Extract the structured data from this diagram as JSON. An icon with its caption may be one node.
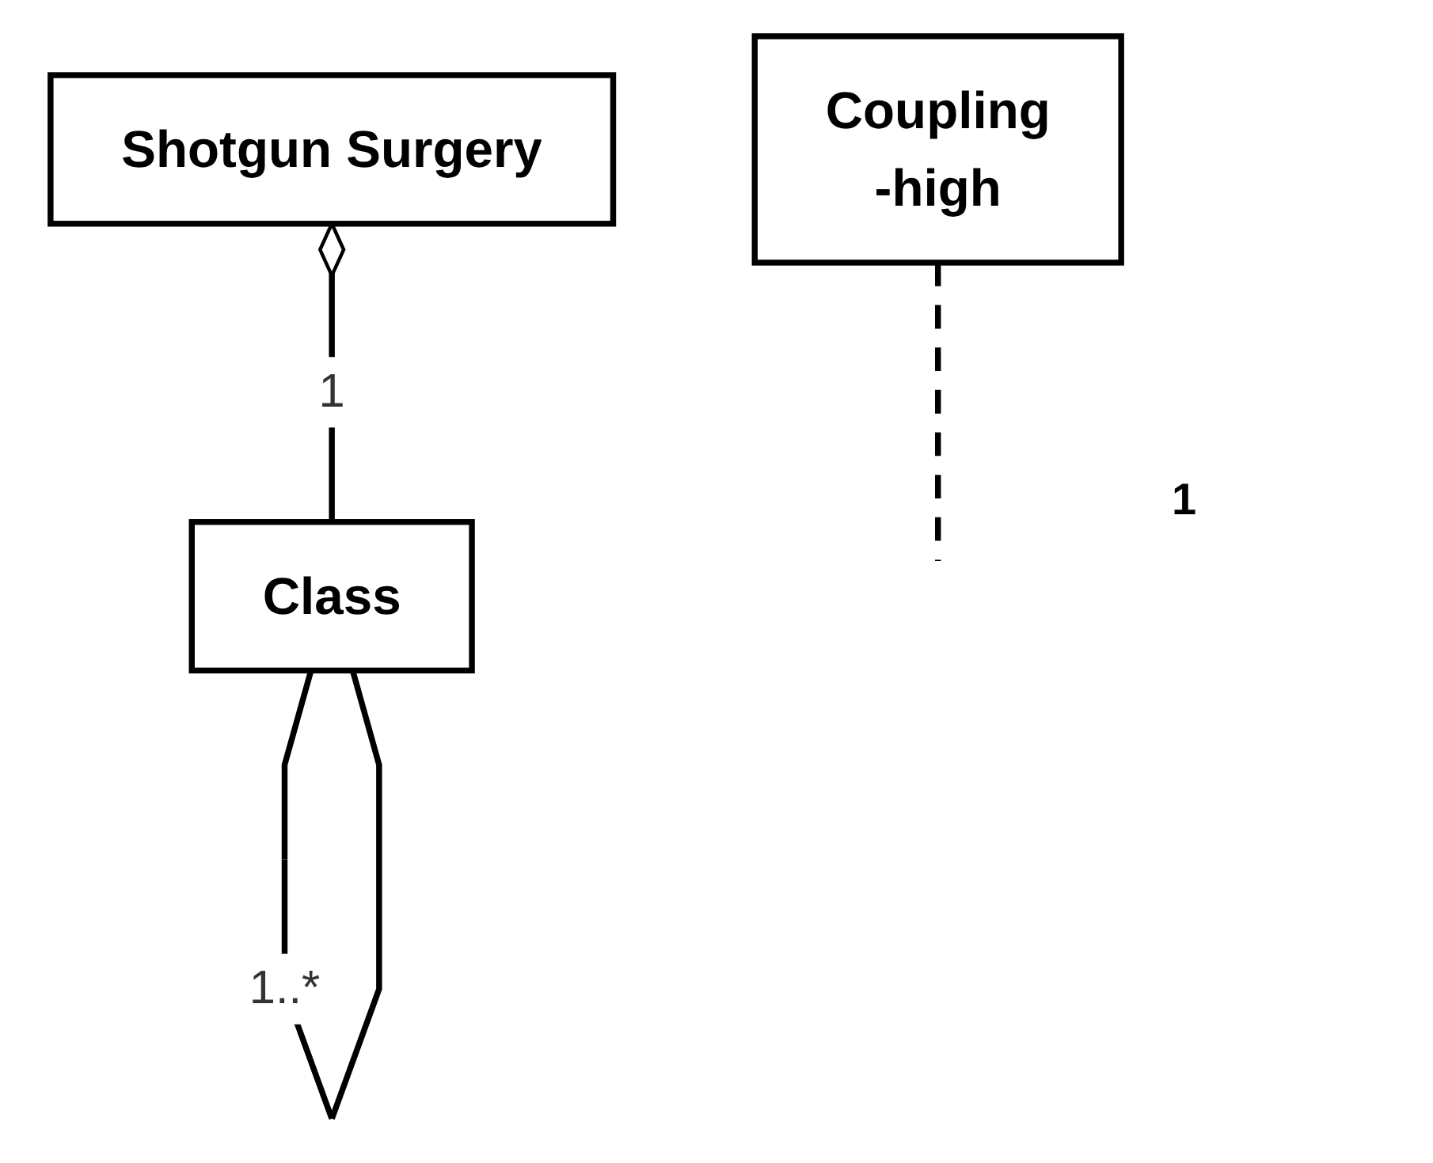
{
  "diagram": {
    "nodes": [
      {
        "text": [
          "Shotgun Surgery"
        ]
      },
      {
        "text": [
          "Class"
        ]
      },
      {
        "text": [
          "Coupling",
          "-high"
        ]
      }
    ],
    "edges": [
      {
        "from": 0,
        "to": 1,
        "arrow": "other",
        "label": "1"
      },
      {
        "from": 1,
        "to": 1,
        "arrow": "none",
        "label": "1..*"
      },
      {
        "from": 2,
        "to": null,
        "arrow": "none",
        "style": "dashed"
      }
    ],
    "labels": [
      "1"
    ]
  }
}
